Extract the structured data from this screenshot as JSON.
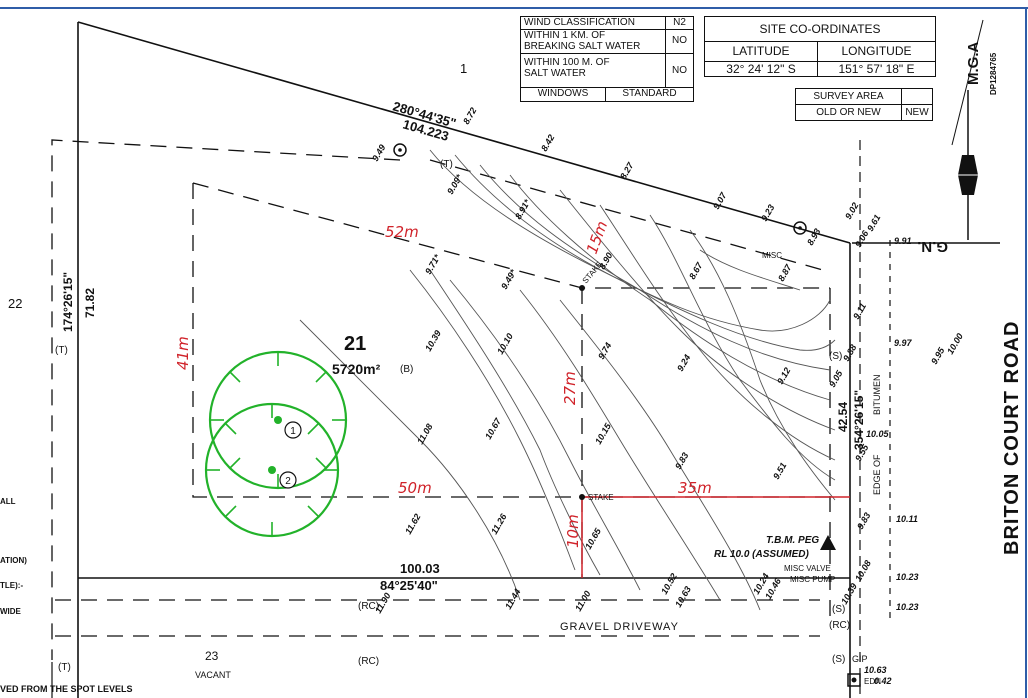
{
  "tables": {
    "wind": {
      "r1_label": "WIND CLASSIFICATION",
      "r1_value": "N2",
      "r2_label_a": "WITHIN 1 KM. OF",
      "r2_label_b": "BREAKING SALT WATER",
      "r2_value": "NO",
      "r3_label_a": "WITHIN 100 M. OF",
      "r3_label_b": "SALT WATER",
      "r3_value": "NO",
      "r4_label": "WINDOWS",
      "r4_value": "STANDARD"
    },
    "site": {
      "title": "SITE CO-ORDINATES",
      "lat_label": "LATITUDE",
      "lon_label": "LONGITUDE",
      "lat_value": "32° 24' 12\" S",
      "lon_value": "151° 57' 18\" E"
    },
    "survey": {
      "title": "SURVEY AREA",
      "row_label": "OLD OR NEW",
      "row_value": "NEW"
    }
  },
  "north": {
    "mga": "M.G.A",
    "ref": "DP1284765",
    "gn": "G.N."
  },
  "lots": {
    "lot_1": "1",
    "lot_22": "22",
    "lot_21": "21",
    "lot_21_area": "5720m²",
    "lot_21_b": "(B)",
    "lot_23": "23",
    "lot_23_note": "VACANT"
  },
  "boundaries": {
    "north_bearing": "280°44'35\"",
    "north_dist": "104.223",
    "west_bearing": "174°26'15\"",
    "west_dist": "71.82",
    "south_dist": "100.03",
    "south_bearing": "84°25'40\"",
    "east_dist": "42.54",
    "east_bearing": "354°26'15\""
  },
  "road": {
    "name": "BRITON COURT ROAD",
    "bitumen": "BITUMEN",
    "edge_of": "EDGE OF"
  },
  "annotations": {
    "t1": "(T)",
    "t2": "(T)",
    "t3": "(T)",
    "rc1": "(RC)",
    "rc2": "(RC)",
    "rc3": "(RC)",
    "s1": "(S)",
    "s2": "(S)",
    "s3": "(S)",
    "stake1": "STAKE",
    "stake2": "STAKE",
    "tbm1": "T.B.M. PEG",
    "tbm2": "RL 10.0 (ASSUMED)",
    "misc_valve": "MISC VALVE",
    "misc_pump": "MISC PUMP",
    "misc": "MISC",
    "gravel": "GRAVEL DRIVEWAY",
    "gip": "GIP",
    "edn": "EDN",
    "tree1": "1",
    "tree2": "2"
  },
  "dims_red": {
    "d52": "52m",
    "d41": "41m",
    "d15": "15m",
    "d27": "27m",
    "d50": "50m",
    "d35": "35m",
    "d10": "10m"
  },
  "left_notes": {
    "n1": "ALL",
    "n2": "ATION)",
    "n3": "TLE):-",
    "n4": "WIDE",
    "footer": "VED FROM THE SPOT LEVELS"
  },
  "spot_levels": {
    "s872": "8.72",
    "s949": "9.49",
    "s842": "8.42",
    "s827": "8.27",
    "s909": "9.09*",
    "s891": "8.91*",
    "s907": "9.07",
    "s923": "9.23",
    "s902": "9.02",
    "s906": "9.06",
    "s961": "9.61",
    "s991": "9.91",
    "s893": "8.93",
    "s887": "8.87",
    "s867": "8.67",
    "s890": "8.90",
    "s949b": "9.49*",
    "s971": "9.71*",
    "s1039": "10.39",
    "s1010": "10.10",
    "s974": "9.74",
    "s924": "9.24",
    "s912": "9.12",
    "s911": "9.11",
    "s997": "9.97",
    "s995": "9.95",
    "s1000": "10.00",
    "s905": "9.05",
    "s988": "9.88",
    "s1108": "11.08",
    "s1067": "10.67",
    "s1015": "10.15",
    "s983": "9.83",
    "s951": "9.51",
    "s955": "9.55",
    "s1005": "10.05",
    "s1162": "11.62",
    "s1126": "11.26",
    "s1065": "10.65",
    "s983b": "9.83",
    "s1011": "10.11",
    "s1023": "10.23",
    "s1190": "11.90",
    "s1144": "11.44",
    "s1100": "11.00",
    "s1052": "10.52",
    "s1063": "10.63",
    "s1024": "10.24",
    "s1046": "10.46",
    "s1008": "10.08",
    "s1023b": "10.23",
    "s1063b": "10.63",
    "s042": "0.42",
    "s1039b": "10.39"
  },
  "colors": {
    "line": "#111111",
    "red": "#d0232a",
    "green": "#22b22a",
    "frame": "#2f5da8"
  }
}
